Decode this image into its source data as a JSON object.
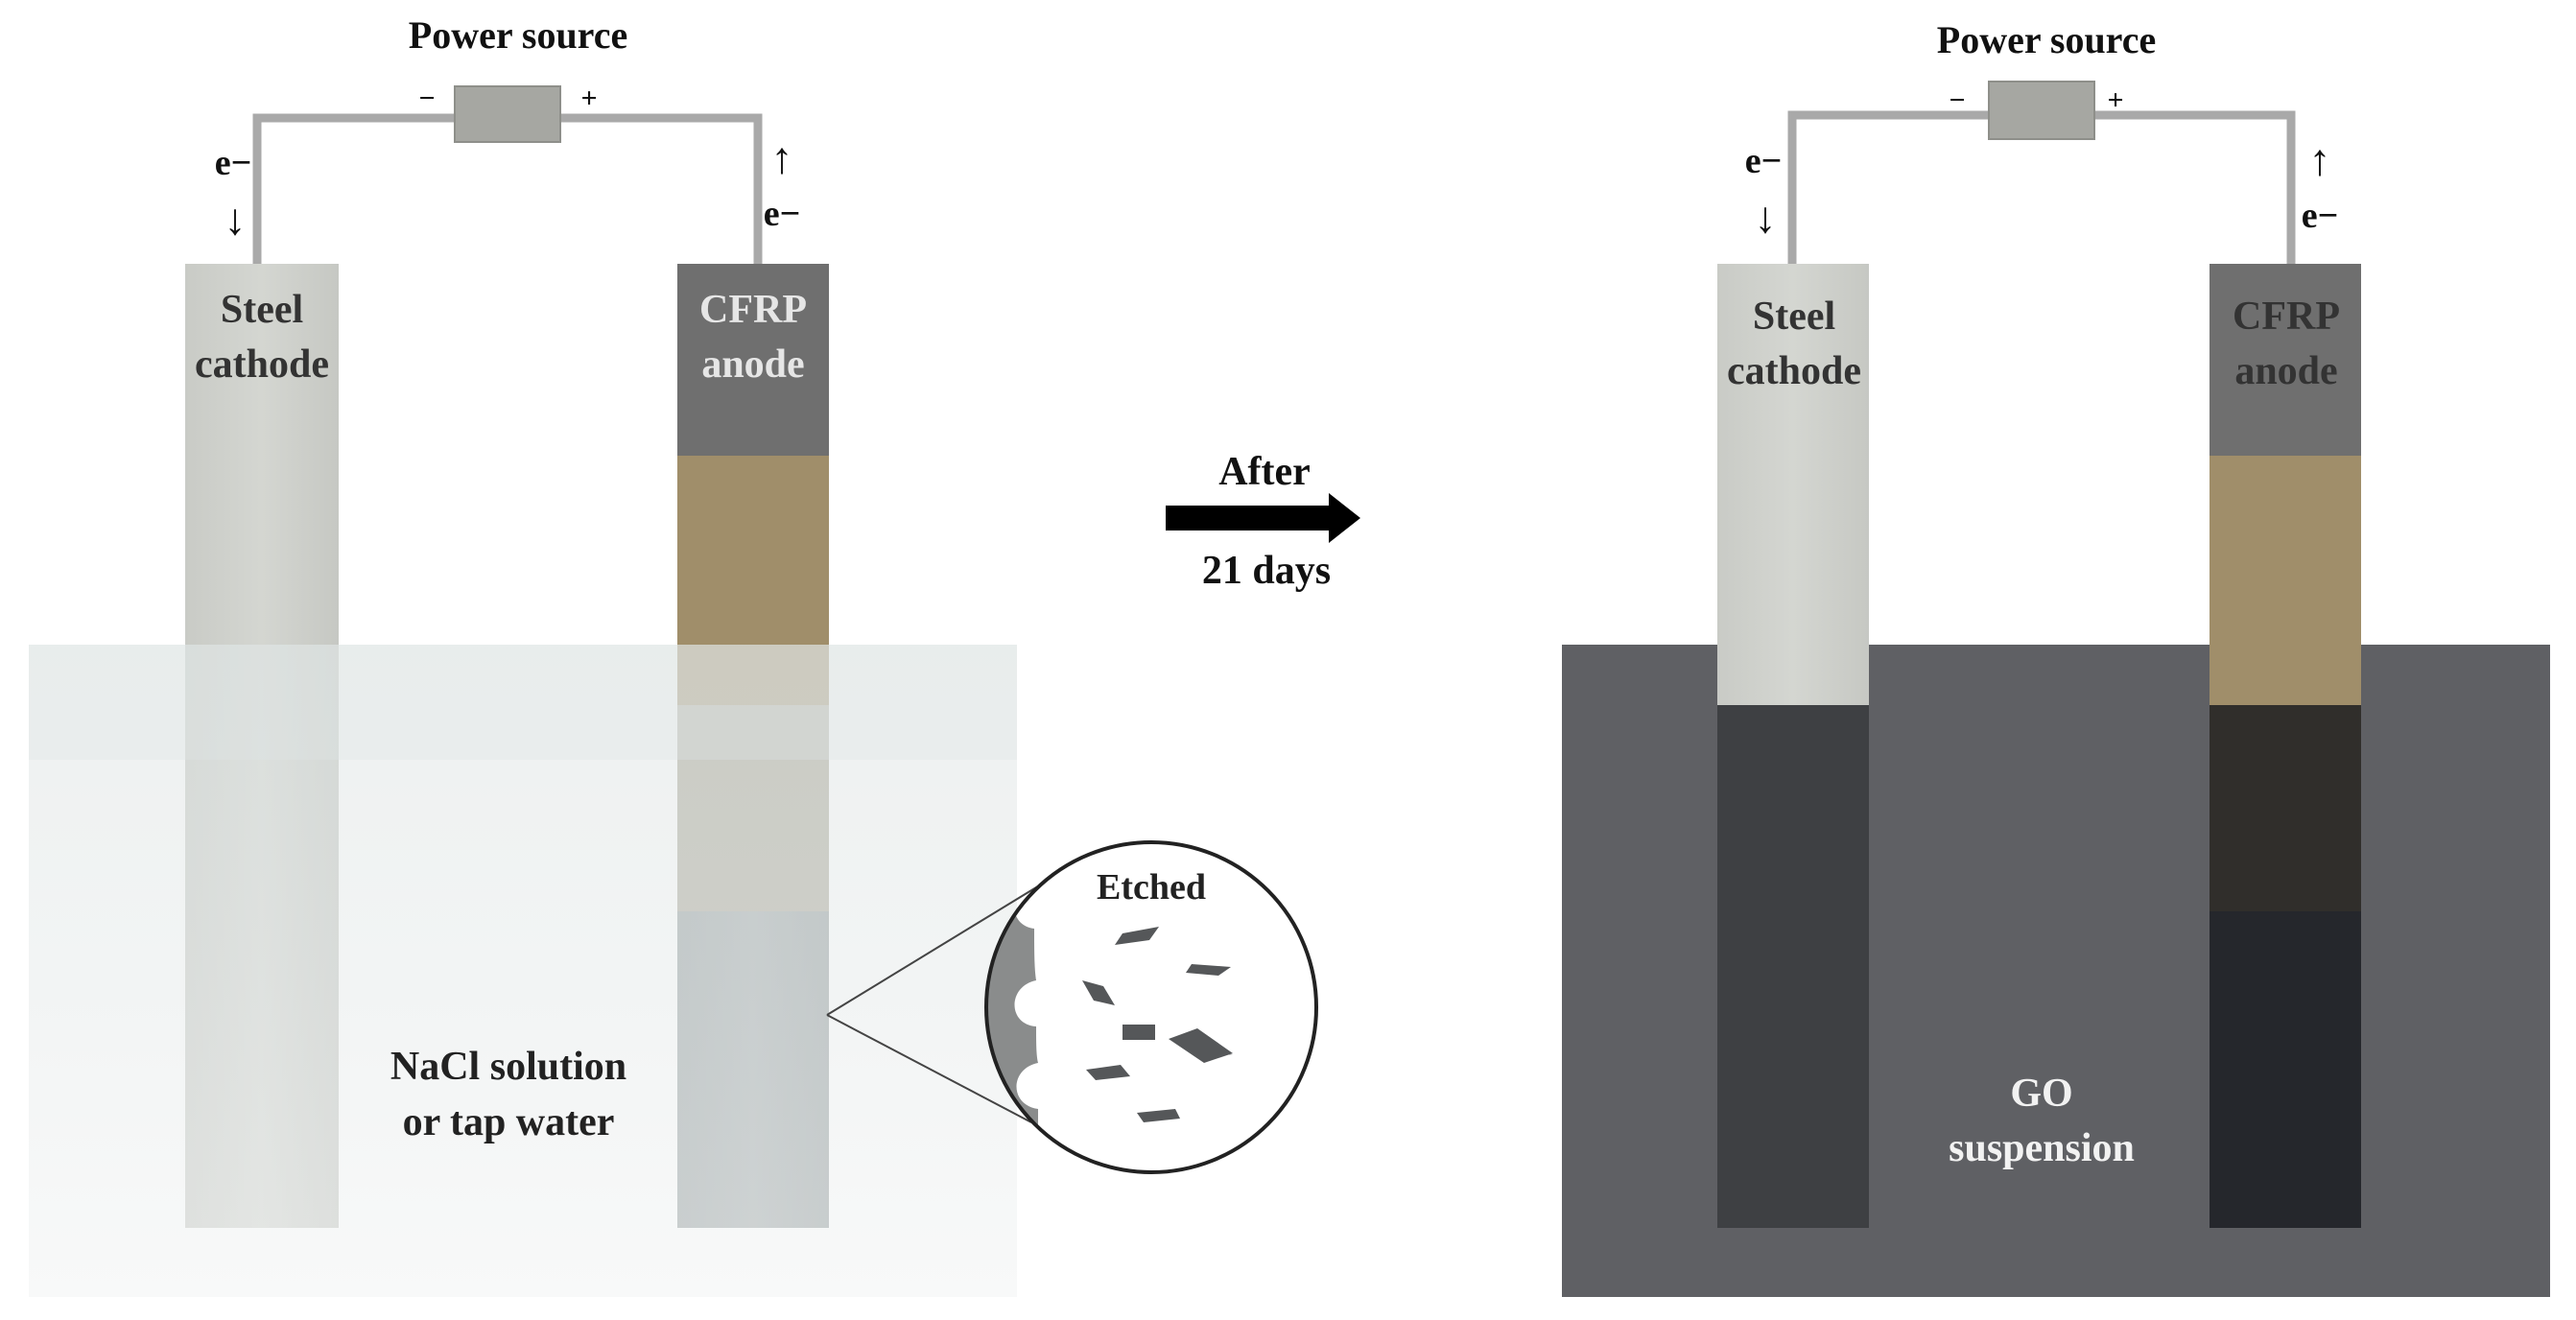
{
  "left_panel": {
    "power_source": "Power source",
    "minus": "−",
    "plus": "+",
    "electron_left": "e−",
    "arrow_down": "↓",
    "electron_right": "e−",
    "arrow_up": "↑",
    "cathode_line1": "Steel",
    "cathode_line2": "cathode",
    "anode_line1": "CFRP",
    "anode_line2": "anode",
    "solution_line1": "NaCl solution",
    "solution_line2": "or tap water",
    "zoom_label": "Etched"
  },
  "transition": {
    "line1": "After",
    "line2": "21 days"
  },
  "right_panel": {
    "power_source": "Power source",
    "minus": "−",
    "plus": "+",
    "electron_left": "e−",
    "arrow_down": "↓",
    "electron_right": "e−",
    "arrow_up": "↑",
    "cathode_line1": "Steel",
    "cathode_line2": "cathode",
    "anode_line1": "CFRP",
    "anode_line2": "anode",
    "suspension_line1": "GO",
    "suspension_line2": "suspension"
  },
  "colors": {
    "steel": "#cfd1cc",
    "cfrp_top": "#6f6f6f",
    "cfrp_tan": "#a08e6a",
    "water": "#e7eaea",
    "go_suspension": "#5f6064",
    "wire": "#a9a9a9",
    "source_box": "#a6a7a2"
  }
}
